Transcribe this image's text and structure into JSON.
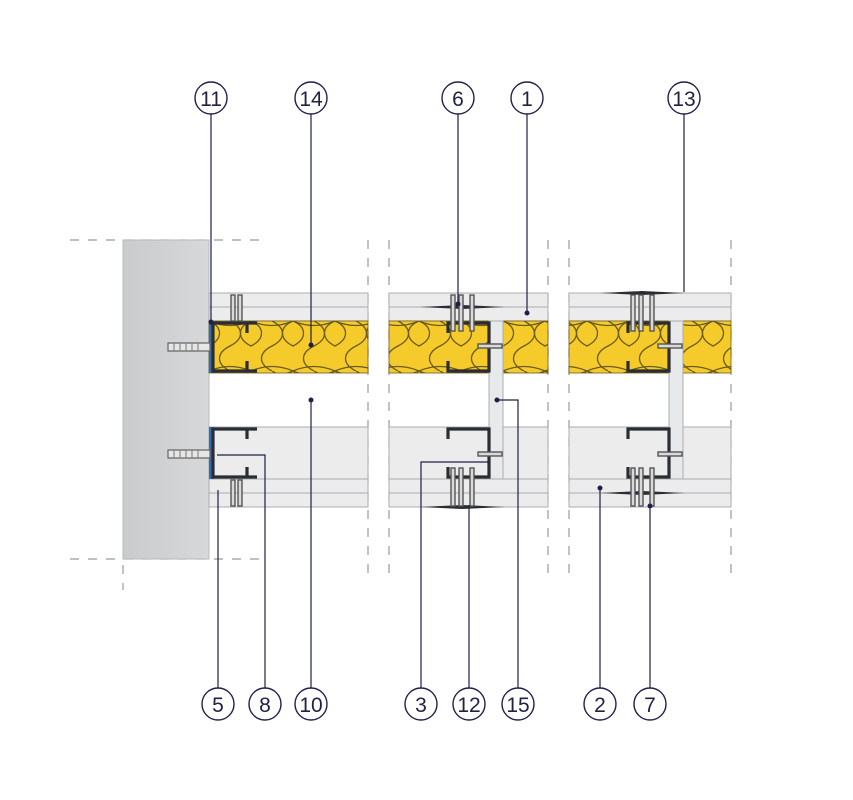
{
  "callouts_top": [
    {
      "id": "11",
      "label": "11"
    },
    {
      "id": "14",
      "label": "14"
    },
    {
      "id": "6",
      "label": "6"
    },
    {
      "id": "1",
      "label": "1"
    },
    {
      "id": "13",
      "label": "13"
    }
  ],
  "callouts_bottom": [
    {
      "id": "5",
      "label": "5"
    },
    {
      "id": "8",
      "label": "8"
    },
    {
      "id": "10",
      "label": "10"
    },
    {
      "id": "3",
      "label": "3"
    },
    {
      "id": "12",
      "label": "12"
    },
    {
      "id": "15",
      "label": "15"
    },
    {
      "id": "2",
      "label": "2"
    },
    {
      "id": "7",
      "label": "7"
    }
  ],
  "colors": {
    "wall": "#cdcfd1",
    "wall_edge": "#b8babc",
    "board": "#ececec",
    "board_edge": "#a9acaf",
    "insulation": "#f5cb2b",
    "insulation_line": "#6b5a1a",
    "profile": "#2a2d33",
    "seal": "#2f6db3",
    "leader": "#1f1f4a",
    "dash": "#9a9a9a"
  }
}
